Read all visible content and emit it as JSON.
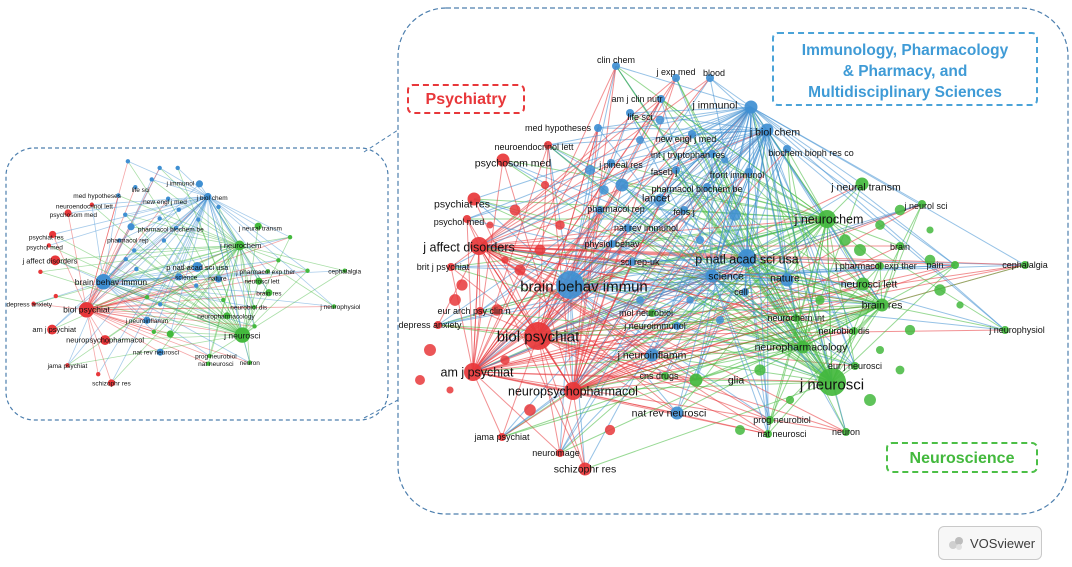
{
  "clusters": {
    "psychiatry": {
      "label": "Psychiatry",
      "color": "#e8373a"
    },
    "immunology": {
      "label": "Immunology, Pharmacology & Pharmacy, and Multidisciplinary Sciences",
      "lines": [
        "Immunology, Pharmacology",
        "& Pharmacy, and",
        "Multidisciplinary  Sciences"
      ],
      "color": "#3f8fd2"
    },
    "neuroscience": {
      "label": "Neuroscience",
      "color": "#43b93d"
    }
  },
  "nodes": [
    {
      "id": "clin chem",
      "c": "immunology",
      "s": 1
    },
    {
      "id": "j exp med",
      "c": "immunology",
      "s": 1
    },
    {
      "id": "blood",
      "c": "immunology",
      "s": 1
    },
    {
      "id": "am j clin nutr",
      "c": "immunology",
      "s": 1
    },
    {
      "id": "j immunol",
      "c": "immunology",
      "s": 2
    },
    {
      "id": "life sci",
      "c": "immunology",
      "s": 1
    },
    {
      "id": "med hypotheses",
      "c": "immunology",
      "s": 1
    },
    {
      "id": "new engl j med",
      "c": "immunology",
      "s": 1
    },
    {
      "id": "j biol chem",
      "c": "immunology",
      "s": 2
    },
    {
      "id": "neuroendocrinol lett",
      "c": "psychiatry",
      "s": 1
    },
    {
      "id": "int j tryptophan res",
      "c": "immunology",
      "s": 1
    },
    {
      "id": "biochem bioph res co",
      "c": "immunology",
      "s": 1
    },
    {
      "id": "psychosom med",
      "c": "psychiatry",
      "s": 2
    },
    {
      "id": "j pineal res",
      "c": "immunology",
      "s": 1
    },
    {
      "id": "faseb j",
      "c": "immunology",
      "s": 1
    },
    {
      "id": "front immunol",
      "c": "immunology",
      "s": 1
    },
    {
      "id": "lancet",
      "c": "immunology",
      "s": 2
    },
    {
      "id": "pharmacol biochem be",
      "c": "immunology",
      "s": 1
    },
    {
      "id": "j neural transm",
      "c": "neuroscience",
      "s": 2
    },
    {
      "id": "psychiat res",
      "c": "psychiatry",
      "s": 2
    },
    {
      "id": "pharmacol rep",
      "c": "immunology",
      "s": 1
    },
    {
      "id": "febs j",
      "c": "immunology",
      "s": 1
    },
    {
      "id": "j neurol sci",
      "c": "neuroscience",
      "s": 1
    },
    {
      "id": "psychol med",
      "c": "psychiatry",
      "s": 1
    },
    {
      "id": "j neurochem",
      "c": "neuroscience",
      "s": 3
    },
    {
      "id": "nat rev immunol",
      "c": "immunology",
      "s": 1
    },
    {
      "id": "j affect disorders",
      "c": "psychiatry",
      "s": 3
    },
    {
      "id": "physiol behav",
      "c": "immunology",
      "s": 1
    },
    {
      "id": "p natl acad sci usa",
      "c": "immunology",
      "s": 3
    },
    {
      "id": "brain",
      "c": "neuroscience",
      "s": 1
    },
    {
      "id": "brit j psychiat",
      "c": "psychiatry",
      "s": 1
    },
    {
      "id": "sci rep-uk",
      "c": "immunology",
      "s": 1
    },
    {
      "id": "pain",
      "c": "neuroscience",
      "s": 1
    },
    {
      "id": "cephalalgia",
      "c": "neuroscience",
      "s": 1
    },
    {
      "id": "j pharmacol exp ther",
      "c": "neuroscience",
      "s": 1
    },
    {
      "id": "science",
      "c": "immunology",
      "s": 2
    },
    {
      "id": "nature",
      "c": "immunology",
      "s": 2
    },
    {
      "id": "brain behav immun",
      "c": "immunology",
      "s": 4
    },
    {
      "id": "neurosci lett",
      "c": "neuroscience",
      "s": 2
    },
    {
      "id": "cell",
      "c": "immunology",
      "s": 1
    },
    {
      "id": "eur arch psy clin n",
      "c": "psychiatry",
      "s": 1
    },
    {
      "id": "brain res",
      "c": "neuroscience",
      "s": 2
    },
    {
      "id": "depress anxiety",
      "c": "psychiatry",
      "s": 1
    },
    {
      "id": "mol neurobiol",
      "c": "neuroscience",
      "s": 1
    },
    {
      "id": "j neuroimmunol",
      "c": "immunology",
      "s": 1
    },
    {
      "id": "neurochem int",
      "c": "neuroscience",
      "s": 1
    },
    {
      "id": "neurobiol dis",
      "c": "neuroscience",
      "s": 1
    },
    {
      "id": "biol psychiat",
      "c": "psychiatry",
      "s": 4
    },
    {
      "id": "j neurophysiol",
      "c": "neuroscience",
      "s": 1
    },
    {
      "id": "neuropharmacology",
      "c": "neuroscience",
      "s": 2
    },
    {
      "id": "eur j neurosci",
      "c": "neuroscience",
      "s": 1
    },
    {
      "id": "j neuroinflamm",
      "c": "immunology",
      "s": 2
    },
    {
      "id": "am j psychiat",
      "c": "psychiatry",
      "s": 3
    },
    {
      "id": "cns drugs",
      "c": "neuroscience",
      "s": 1
    },
    {
      "id": "glia",
      "c": "neuroscience",
      "s": 2
    },
    {
      "id": "j neurosci",
      "c": "neuroscience",
      "s": 4
    },
    {
      "id": "neuropsychopharmacol",
      "c": "psychiatry",
      "s": 3
    },
    {
      "id": "nat rev neurosci",
      "c": "immunology",
      "s": 2
    },
    {
      "id": "prog neurobiol",
      "c": "neuroscience",
      "s": 1
    },
    {
      "id": "nat neurosci",
      "c": "neuroscience",
      "s": 1
    },
    {
      "id": "neuron",
      "c": "neuroscience",
      "s": 1
    },
    {
      "id": "jama psychiat",
      "c": "psychiatry",
      "s": 1
    },
    {
      "id": "neuroimage",
      "c": "psychiatry",
      "s": 1
    },
    {
      "id": "schizophr res",
      "c": "psychiatry",
      "s": 2
    }
  ],
  "overview": {
    "labels": [
      "j immunol",
      "life sci",
      "med hypotheses",
      "new engl j med",
      "j biol chem",
      "neuroendocrinol lett",
      "psychosom med",
      "pharmacol biochem be",
      "j neural transm",
      "psychiat res",
      "pharmacol rep",
      "psychol med",
      "j neurochem",
      "j affect disorders",
      "p natl acad sci usa",
      "j pharmacol exp ther",
      "brain behav immun",
      "science",
      "nature",
      "neurosci lett",
      "brain res",
      "depress anxiety",
      "biol psychiat",
      "neurobiol dis",
      "j neuroinflamm",
      "neuropharmacology",
      "am j psychiat",
      "j neurosci",
      "neuropsychopharmacol",
      "nat rev neurosci",
      "prog neurobiol",
      "jama psychiat",
      "nat neurosci",
      "neuron",
      "schizophr res",
      "cephalalgia",
      "j neurophysiol"
    ]
  },
  "badge": {
    "text": "VOSviewer"
  }
}
